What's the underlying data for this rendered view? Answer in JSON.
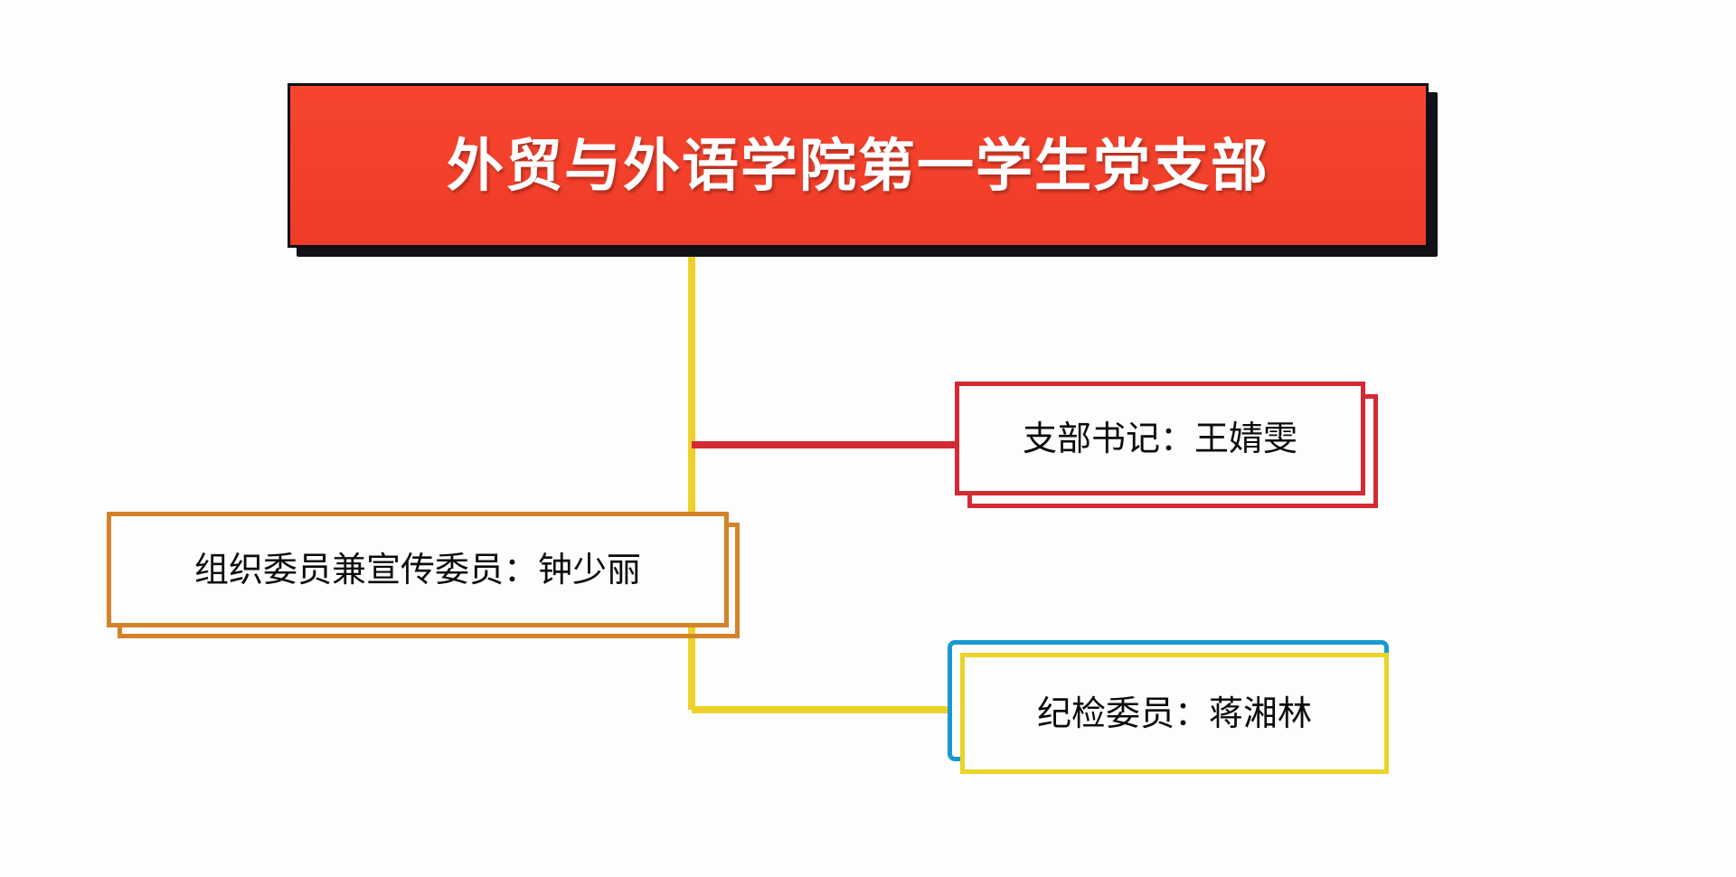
{
  "diagram": {
    "kind": "org-chart",
    "orientation": "top-root-with-side-branches",
    "background_color": "#fdfdfd",
    "root": {
      "id": "root",
      "label": "外贸与外语学院第一学生党支部",
      "fill_color": "#f2402b",
      "text_color": "#ffffff",
      "border_color": "#0d0f14",
      "shadow_color": "#111318"
    },
    "trunk": {
      "color": "#ecd12b",
      "name": "trunk-connector"
    },
    "children": [
      {
        "id": "secretary",
        "label": "支部书记：王婧雯",
        "role": "支部书记",
        "person": "王婧雯",
        "side": "right",
        "border_color": "#d42a33",
        "connector_color": "#d42a33",
        "text_color": "#0b0b0b"
      },
      {
        "id": "organization",
        "label": "组织委员兼宣传委员：钟少丽",
        "role": "组织委员兼宣传委员",
        "person": "钟少丽",
        "side": "left",
        "border_color": "#d4822a",
        "connector_color": "#d4822a",
        "text_color": "#0b0b0b"
      },
      {
        "id": "discipline",
        "label": "纪检委员：蒋湘林",
        "role": "纪检委员",
        "person": "蒋湘林",
        "side": "right",
        "border_color": "#189ad0",
        "inner_border_color": "#ead42a",
        "connector_color": "#ecd12b",
        "text_color": "#0b0b0b"
      }
    ]
  }
}
